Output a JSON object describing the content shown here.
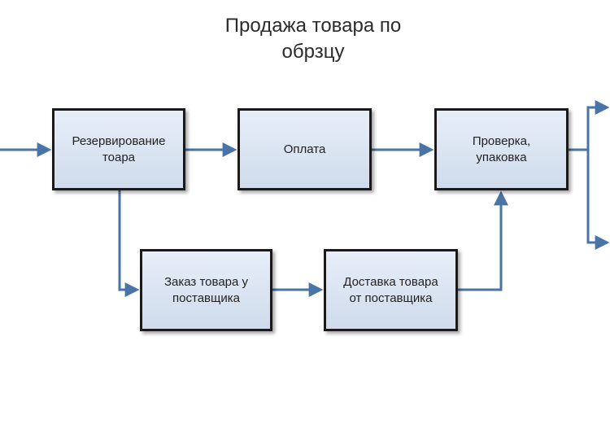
{
  "diagram": {
    "title_line1": "Продажа товара по",
    "title_line2": "обрзцу",
    "nodes": {
      "reserve": "Резервирование\nтоара",
      "payment": "Оплата",
      "check_pack": "Проверка,\nупаковка",
      "supplier_order": "Заказ товара у\nпоставщика",
      "supplier_delivery": "Доставка товара\nот поставщика"
    },
    "edges": [
      {
        "from": "input",
        "to": "reserve"
      },
      {
        "from": "reserve",
        "to": "payment"
      },
      {
        "from": "payment",
        "to": "check_pack"
      },
      {
        "from": "reserve",
        "to": "supplier_order"
      },
      {
        "from": "supplier_order",
        "to": "supplier_delivery"
      },
      {
        "from": "supplier_delivery",
        "to": "check_pack"
      },
      {
        "from": "check_pack",
        "to": "output_top"
      },
      {
        "from": "check_pack",
        "to": "output_bottom"
      }
    ],
    "colors": {
      "connector": "#4a73a6",
      "box_border": "#1a1a1a",
      "box_fill_top": "#e7eef8",
      "box_fill_bottom": "#cfdbec"
    }
  }
}
